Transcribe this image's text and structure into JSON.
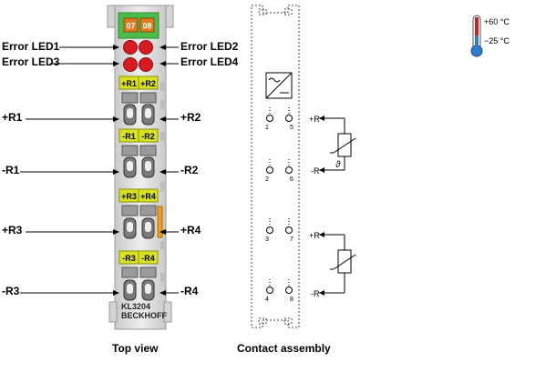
{
  "terminal": {
    "channel_labels": [
      "07",
      "08"
    ],
    "model": "KL3204",
    "brand": "BECKHOFF",
    "tags": [
      "+R1",
      "+R2",
      "-R1",
      "-R2",
      "+R3",
      "+R4",
      "-R3",
      "-R4"
    ],
    "colors": {
      "led_green": "#4bbd4b",
      "led_orange": "#e07a1e",
      "error_led": "#d81b22",
      "tag_yellow": "#d9e21f",
      "side_marker": "#f2a01a",
      "housing": "#dcdcdc"
    }
  },
  "callouts": {
    "left": [
      "Error LED1",
      "Error LED3",
      "+R1",
      "-R1",
      "+R3",
      "-R3"
    ],
    "right": [
      "Error LED2",
      "Error LED4",
      "+R2",
      "-R2",
      "+R4",
      "-R4"
    ]
  },
  "captions": {
    "top_view": "Top view",
    "contact_assembly": "Contact assembly"
  },
  "contacts": {
    "numbers": [
      "1",
      "5",
      "2",
      "6",
      "3",
      "7",
      "4",
      "8"
    ],
    "wiring": [
      "+R",
      "-R",
      "+R",
      "-R"
    ],
    "theta_symbol": "ϑ"
  },
  "temperature": {
    "max": "+60 °C",
    "min": "−25 °C"
  }
}
